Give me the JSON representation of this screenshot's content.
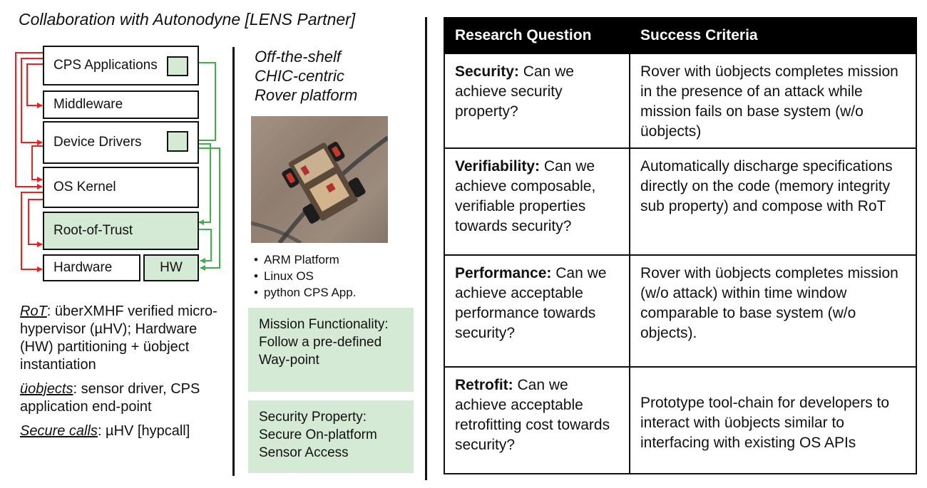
{
  "title": "Collaboration with Autonodyne [LENS Partner]",
  "stack": {
    "layers": [
      "CPS Applications",
      "Middleware",
      "Device Drivers",
      "OS Kernel",
      "Root-of-Trust",
      "Hardware"
    ],
    "hw_label": "HW"
  },
  "arrow_colors": {
    "red": "#e8231f",
    "green": "#3fb04a"
  },
  "notes": [
    {
      "term": "RoT",
      "text": ": überXMHF verified micro-hypervisor (µHV); Hardware (HW) partitioning + üobject instantiation"
    },
    {
      "term": "üobjects",
      "text": ": sensor driver, CPS application end-point"
    },
    {
      "term": "Secure calls",
      "text": ": µHV [hypcall]"
    }
  ],
  "rover": {
    "title_lines": [
      "Off-the-shelf",
      "CHIC-centric",
      "Rover platform"
    ],
    "bullets": [
      "ARM Platform",
      "Linux OS",
      "python CPS App."
    ],
    "mission": "Mission Functionality: Follow a pre-defined Way-point",
    "security_property": "Security Property: Secure On-platform Sensor Access"
  },
  "table": {
    "headers": [
      "Research Question",
      "Success Criteria"
    ],
    "rows": [
      {
        "label": "Security:",
        "question": " Can we achieve security property?",
        "criteria": "Rover with üobjects completes mission in the presence of an attack while mission fails on base system (w/o üobjects)"
      },
      {
        "label": "Verifiability:",
        "question": " Can we achieve composable, verifiable properties towards security?",
        "criteria": "Automatically discharge specifications directly on the code (memory integrity sub property) and compose with RoT"
      },
      {
        "label": "Performance:",
        "question": " Can we achieve acceptable performance towards security?",
        "criteria": "Rover with üobjects completes mission (w/o attack) within time window comparable to base system (w/o objects)."
      },
      {
        "label": "Retrofit:",
        "question": " Can we achieve acceptable retrofitting cost towards security?",
        "criteria": "Prototype tool-chain for developers to interact with üobjects similar to interfacing with existing OS APIs"
      }
    ]
  }
}
